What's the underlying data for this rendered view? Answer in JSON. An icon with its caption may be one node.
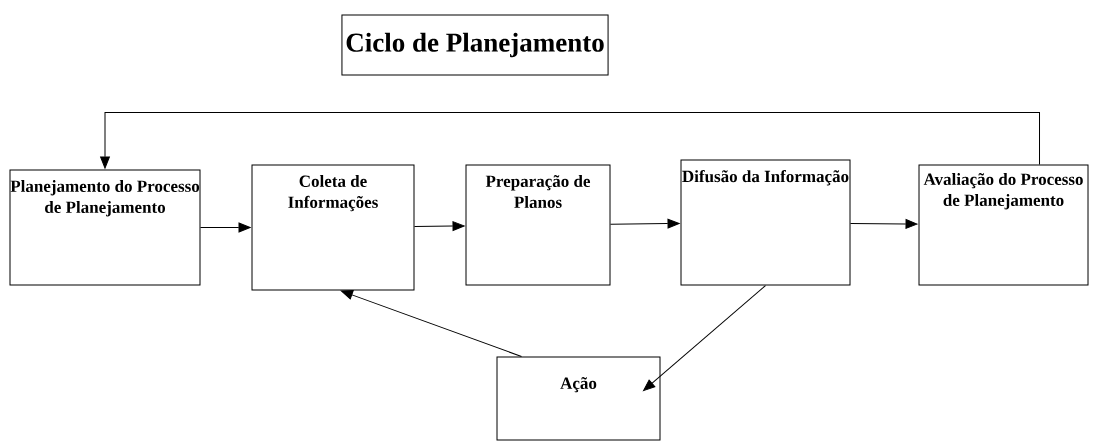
{
  "diagram": {
    "title": "Ciclo de Planejamento",
    "nodes": [
      {
        "text": [
          "Planejamento do Processo de Planejamento"
        ]
      },
      {
        "text": [
          "Coleta de Informações"
        ]
      },
      {
        "text": [
          "Preparação de Planos"
        ]
      },
      {
        "text": [
          "Difusão da Informação"
        ]
      },
      {
        "text": [
          "Avaliação do Processo de Planejamento"
        ]
      },
      {
        "text": [
          "Ação"
        ]
      }
    ],
    "edges": [
      {
        "from": 0,
        "to": 1,
        "arrow": "to"
      },
      {
        "from": 1,
        "to": 2,
        "arrow": "to"
      },
      {
        "from": 2,
        "to": 3,
        "arrow": "to"
      },
      {
        "from": 3,
        "to": 4,
        "arrow": "to"
      },
      {
        "from": 4,
        "to": 0,
        "arrow": "to"
      },
      {
        "from": 3,
        "to": 5,
        "arrow": "to"
      },
      {
        "from": 5,
        "to": 1,
        "arrow": "to"
      }
    ]
  }
}
